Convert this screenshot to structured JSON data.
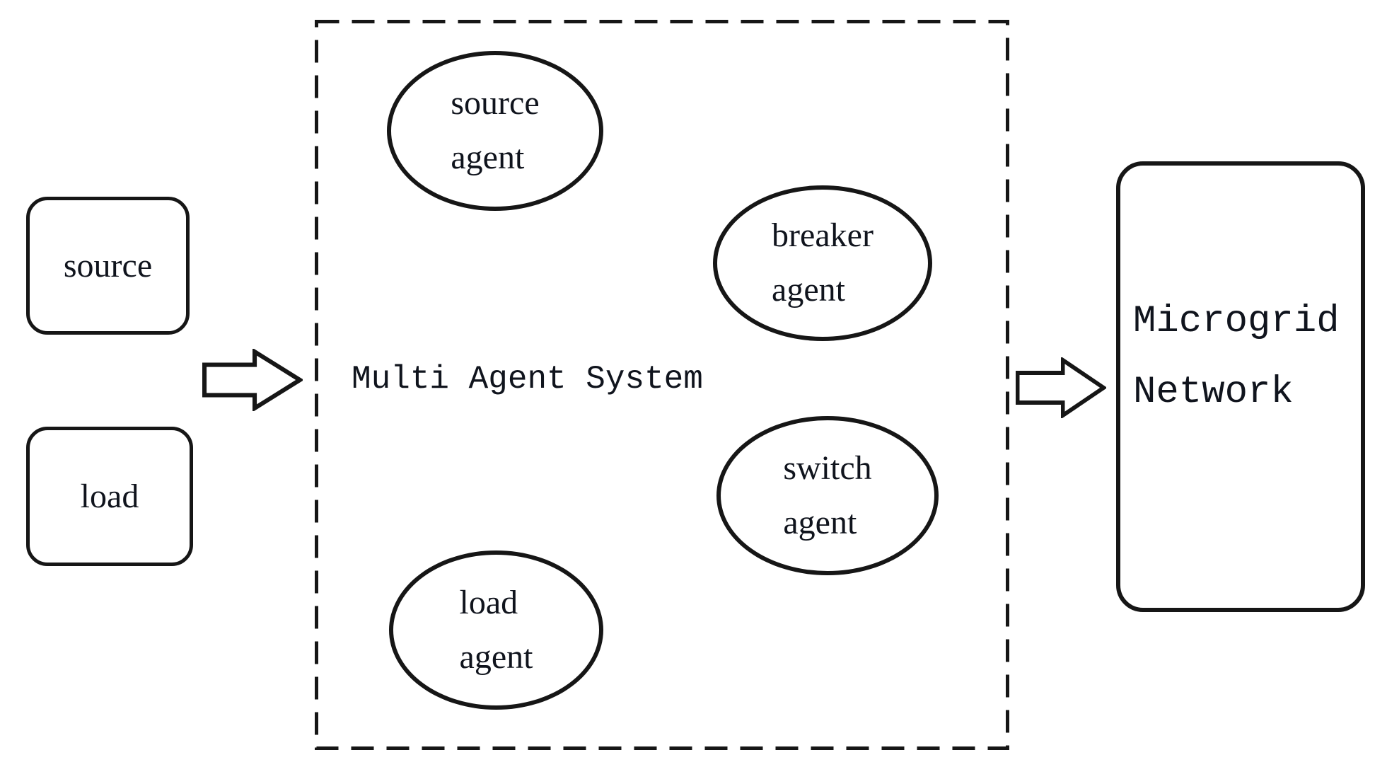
{
  "diagram": {
    "system_label": "Multi Agent System",
    "inputs": {
      "source_label": "source",
      "load_label": "load"
    },
    "agents": [
      {
        "id": "source-agent",
        "label": "source\nagent"
      },
      {
        "id": "breaker-agent",
        "label": "breaker\nagent"
      },
      {
        "id": "switch-agent",
        "label": "switch\nagent"
      },
      {
        "id": "load-agent",
        "label": "load\nagent"
      }
    ],
    "output": {
      "label": "Microgrid\nNetwork"
    },
    "icons": {
      "arrow_in": "right-block-arrow",
      "arrow_out": "right-block-arrow"
    },
    "colors": {
      "stroke": "#161616",
      "text": "#10141d",
      "background": "#ffffff"
    }
  }
}
